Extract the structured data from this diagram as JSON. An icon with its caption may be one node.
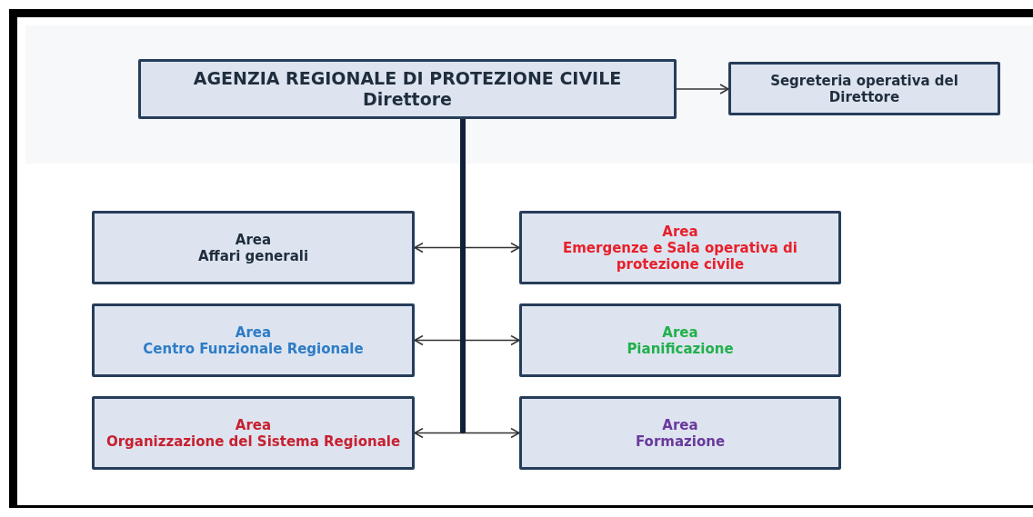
{
  "diagram": {
    "nodes": [
      {
        "text": [
          "AGENZIA REGIONALE DI PROTEZIONE CIVILE",
          "Direttore"
        ]
      },
      {
        "text": [
          "Segreteria operativa del Direttore"
        ]
      },
      {
        "text": [
          "Area",
          "Affari generali"
        ]
      },
      {
        "text": [
          "Area",
          "Emergenze e Sala operativa di protezione civile"
        ]
      },
      {
        "text": [
          "Area",
          "Centro Funzionale Regionale"
        ]
      },
      {
        "text": [
          "Area",
          "Pianificazione"
        ]
      },
      {
        "text": [
          "Area",
          "Organizzazione del Sistema Regionale"
        ]
      },
      {
        "text": [
          "Area",
          "Formazione"
        ]
      }
    ],
    "edges": [
      {
        "from": 0,
        "to": 1,
        "arrow": "to"
      },
      {
        "from": 0,
        "to": 2,
        "arrow": "to"
      },
      {
        "from": 0,
        "to": 3,
        "arrow": "to"
      },
      {
        "from": 0,
        "to": 4,
        "arrow": "to"
      },
      {
        "from": 0,
        "to": 5,
        "arrow": "to"
      },
      {
        "from": 0,
        "to": 6,
        "arrow": "to"
      },
      {
        "from": 0,
        "to": 7,
        "arrow": "to"
      }
    ]
  }
}
